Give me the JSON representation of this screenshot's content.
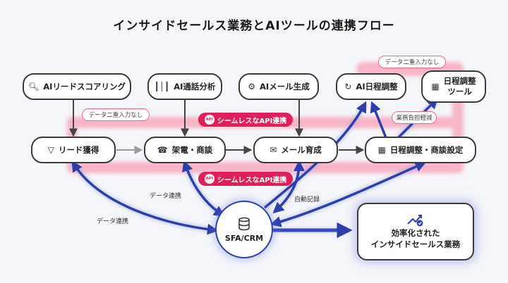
{
  "title": "インサイドセールス業務とAIツールの連携フロー",
  "ai_tools": {
    "scoring": {
      "label": "AIリードスコアリング",
      "icon": "magnifier-icon"
    },
    "call_analysis": {
      "label": "AI通話分析",
      "icon": "waveform-icon"
    },
    "mail_gen": {
      "label": "AIメール生成",
      "icon": "robot-arm-icon"
    },
    "schedule": {
      "label": "AI日程調整",
      "icon": "clock-cycle-icon"
    },
    "schedule_tool": {
      "label_line1": "日程調整",
      "label_line2": "ツール",
      "icon": "calendar-icon"
    }
  },
  "process": {
    "lead": {
      "label": "リード獲得",
      "icon": "funnel-icon"
    },
    "call": {
      "label": "架電・商談",
      "icon": "phone-icon"
    },
    "mail": {
      "label": "メール育成",
      "icon": "mail-icon"
    },
    "meeting": {
      "label": "日程調整・商談設定",
      "icon": "calendar-icon"
    }
  },
  "badges": {
    "no_double_entry_1": "データ二重入力なし",
    "no_double_entry_2": "データ二重入力なし",
    "seamless_api_1": "シームレスなAPI連携",
    "seamless_api_2": "シームレスなAPI連携",
    "api_icon_text": "API",
    "workload_reduction": "業務負担軽減"
  },
  "edge_labels": {
    "data_link_1": "データ連携",
    "data_link_2": "データ連携",
    "auto_record": "自動記録"
  },
  "hub": {
    "label": "SFA/CRM",
    "icon": "database-icon"
  },
  "result": {
    "line1": "効率化された",
    "line2": "インサイドセールス業務",
    "icon": "trend-check-icon"
  },
  "colors": {
    "arrow_blue": "#2f3fa8",
    "api_pink": "#e01f5a",
    "glow_pink": "#f6b6c8",
    "gray_arrow": "#444444"
  }
}
